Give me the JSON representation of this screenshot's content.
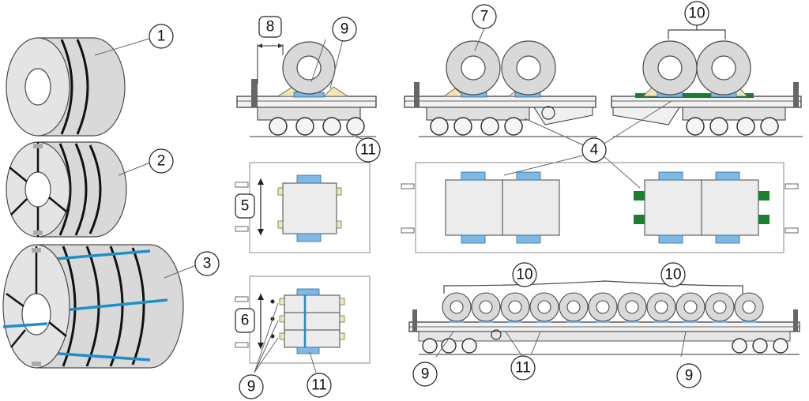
{
  "callouts": {
    "c1": "1",
    "c2": "2",
    "c3": "3",
    "c4": "4",
    "c5": "5",
    "c6": "6",
    "c7": "7",
    "c8": "8",
    "c9a": "9",
    "c9b": "9",
    "c9c": "9",
    "c9d": "9",
    "c10a": "10",
    "c10b": "10",
    "c10c": "10",
    "c11a": "11",
    "c11b": "11",
    "c11c": "11"
  },
  "colors": {
    "coil_fill": "#d9d9d9",
    "coil_stroke": "#4a4a4a",
    "band": "#111111",
    "strap_blue": "#1e90c8",
    "pad_blue": "#7fb8e3",
    "wedge_yellow": "#f3e6b4",
    "chock_green": "#1a7f2e",
    "wagon_line": "#333333",
    "outline": "#7a7a7a"
  }
}
